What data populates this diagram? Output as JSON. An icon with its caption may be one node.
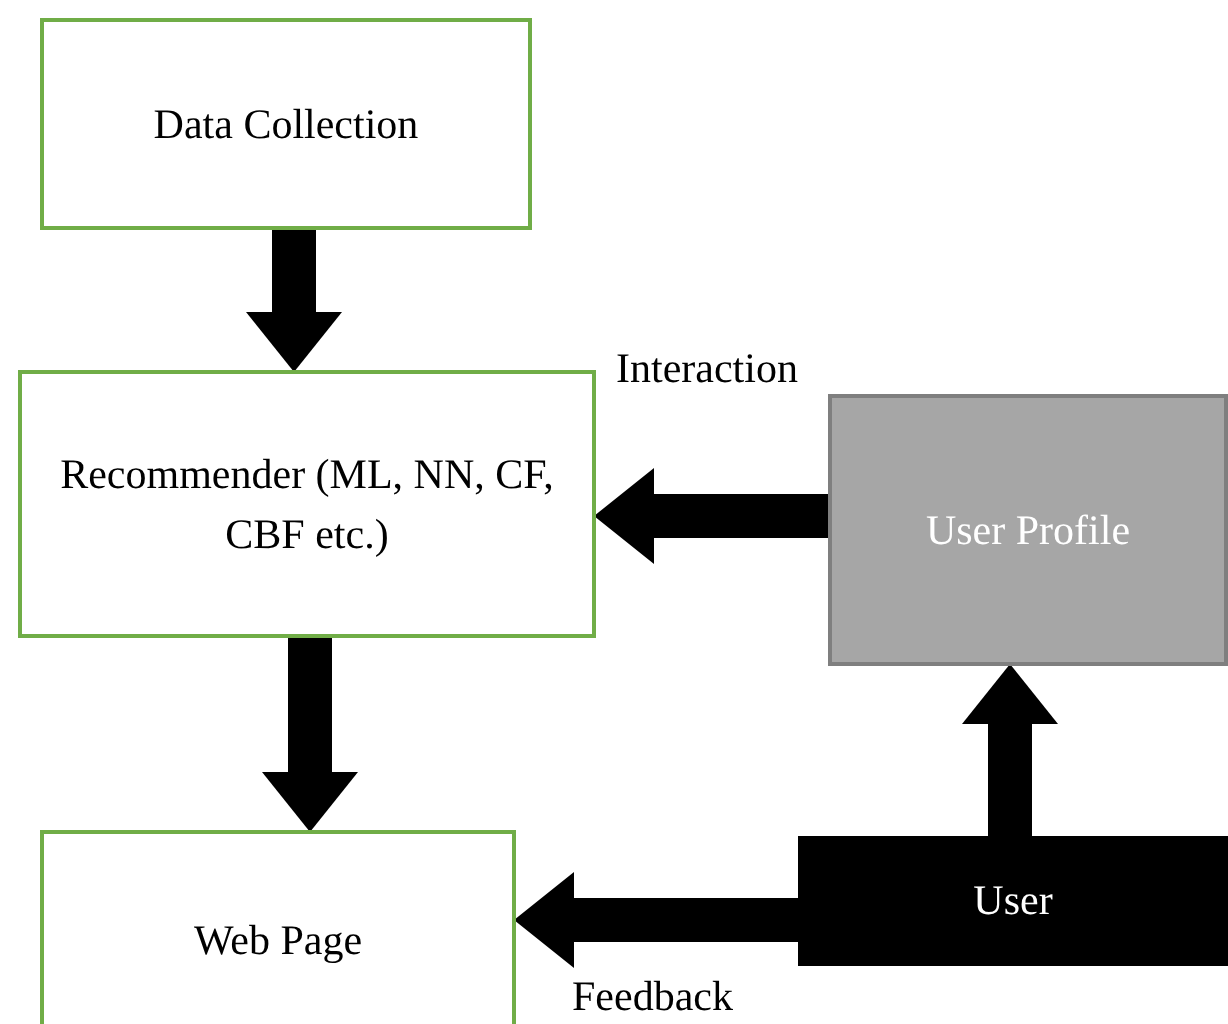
{
  "diagram": {
    "nodes": [
      {
        "text": [
          "Data Collection"
        ]
      },
      {
        "text": [
          "Recommender (ML, NN, CF, CBF etc.)"
        ]
      },
      {
        "text": [
          "User Profile"
        ]
      },
      {
        "text": [
          "Web Page"
        ]
      },
      {
        "text": [
          "User"
        ]
      }
    ],
    "edges": [
      {
        "from": 0,
        "to": 1,
        "arrow": "to"
      },
      {
        "from": 2,
        "to": 1,
        "arrow": "to",
        "label": "Interaction"
      },
      {
        "from": 1,
        "to": 3,
        "arrow": "to"
      },
      {
        "from": 4,
        "to": 2,
        "arrow": "to"
      },
      {
        "from": 4,
        "to": 3,
        "arrow": "to",
        "label": "Feedback"
      }
    ]
  }
}
